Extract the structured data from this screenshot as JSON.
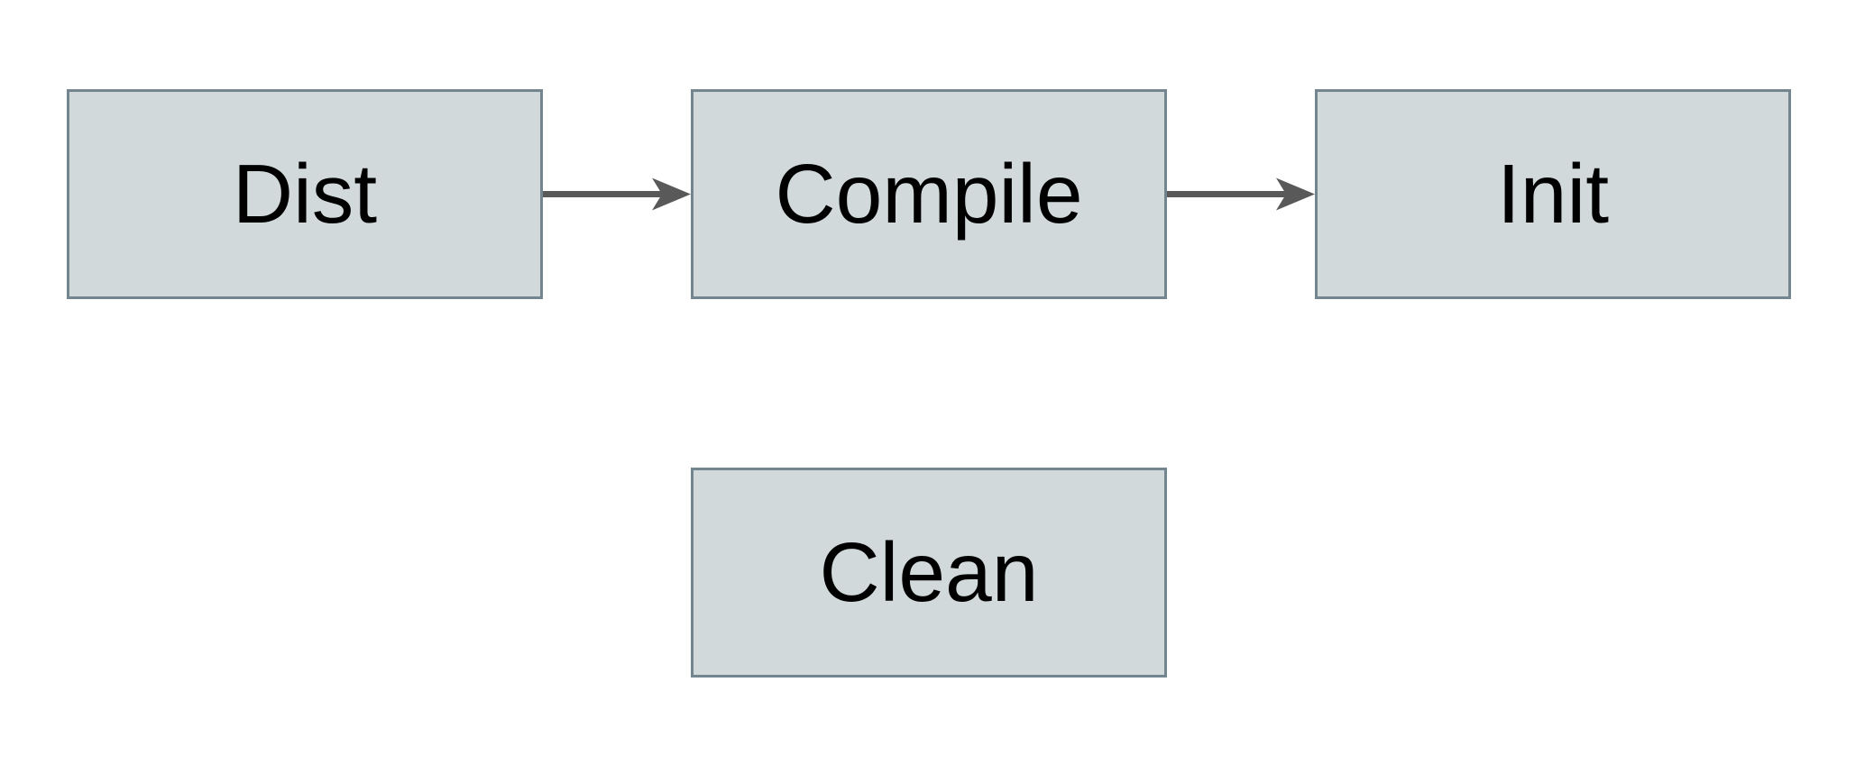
{
  "diagram": {
    "nodes": [
      {
        "id": "dist",
        "label": "Dist"
      },
      {
        "id": "compile",
        "label": "Compile"
      },
      {
        "id": "init",
        "label": "Init"
      },
      {
        "id": "clean",
        "label": "Clean"
      }
    ],
    "edges": [
      {
        "from": "dist",
        "to": "compile"
      },
      {
        "from": "compile",
        "to": "init"
      }
    ],
    "colors": {
      "background": "#ffffff",
      "node_fill": "#d2d9db",
      "node_border": "#73858f",
      "node_text": "#000000",
      "arrow": "#595959"
    }
  }
}
